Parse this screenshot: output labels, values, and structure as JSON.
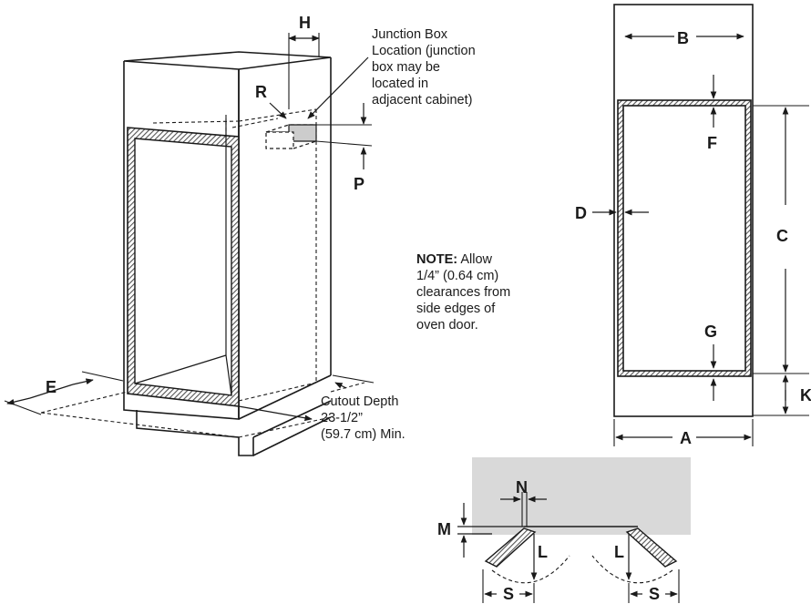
{
  "labels": {
    "H": "H",
    "R": "R",
    "P": "P",
    "E": "E",
    "B": "B",
    "F": "F",
    "C": "C",
    "D": "D",
    "G": "G",
    "A": "A",
    "K": "K",
    "N": "N",
    "M": "M",
    "L": "L",
    "S": "S"
  },
  "junction_box": {
    "lines": [
      "Junction Box",
      "Location (junction",
      "box may be",
      "located in",
      "adjacent cabinet)"
    ]
  },
  "cutout": {
    "lines": [
      "Cutout Depth",
      "23-1/2”",
      "(59.7 cm) Min."
    ]
  },
  "note": {
    "bold": "NOTE:",
    "first_line_rest": " Allow",
    "lines": [
      "1/4” (0.64 cm)",
      "clearances from",
      "side edges of",
      "oven door."
    ]
  },
  "colors": {
    "line": "#1a1a1a",
    "wall_fill": "#d9d9d9",
    "hatch": "#555555"
  }
}
